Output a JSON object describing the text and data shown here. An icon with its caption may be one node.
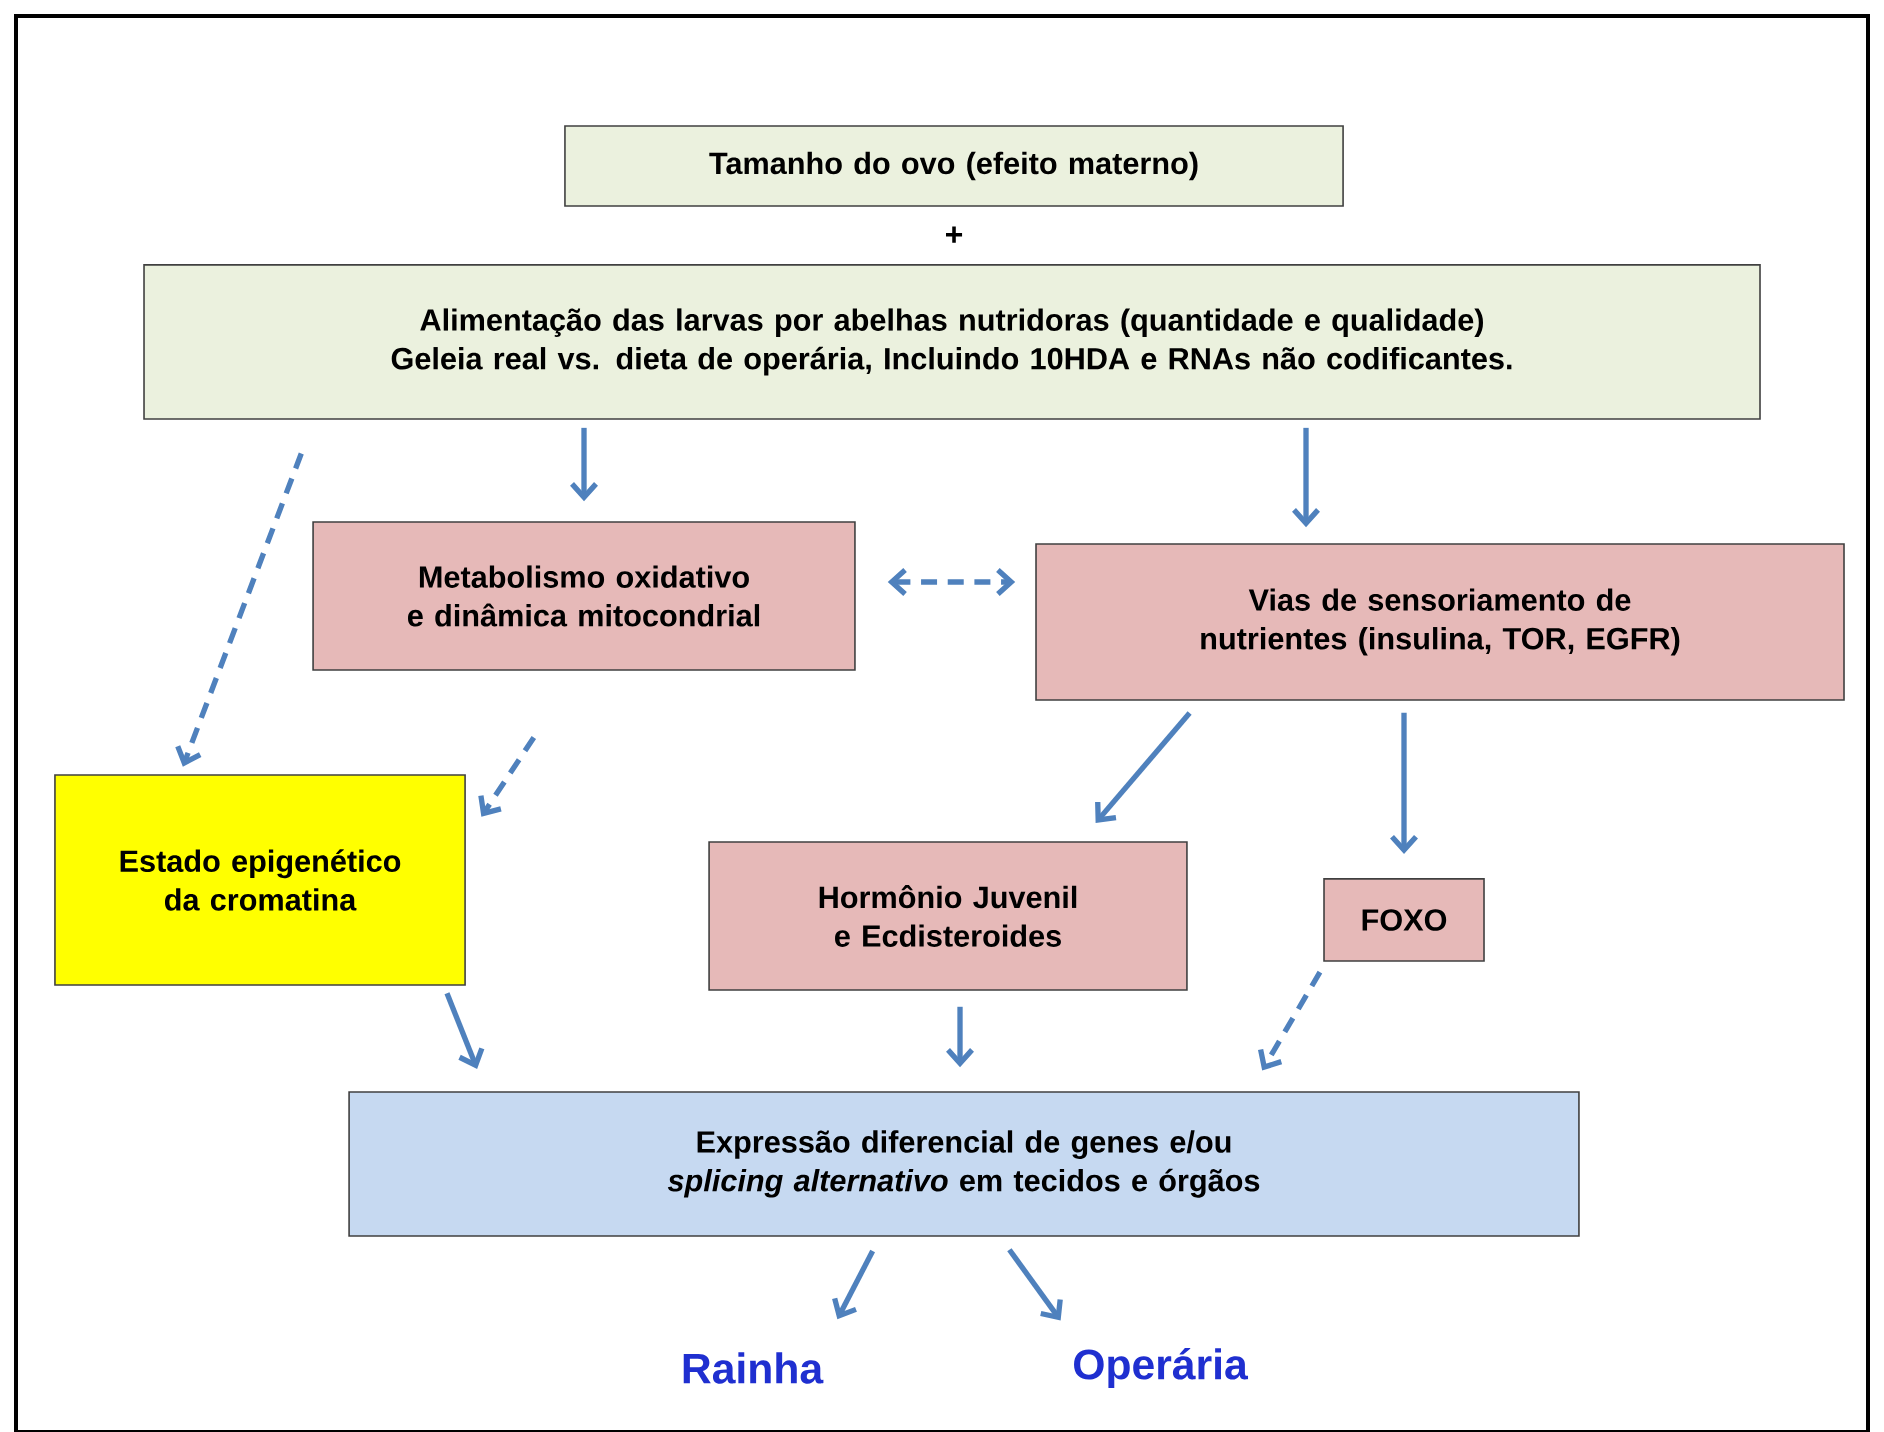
{
  "diagram": {
    "nodes": [
      {
        "text": [
          "Tamanho do ovo (efeito materno)"
        ]
      },
      {
        "text": [
          "Alimentação das larvas por abelhas nutridoras (quantidade e qualidade)",
          "Geleia real vs. dieta de operária, Incluindo 10HDA e RNAs não codificantes."
        ]
      },
      {
        "text": [
          "Metabolismo oxidativo e dinâmica mitocondrial"
        ]
      },
      {
        "text": [
          "Vias de sensoriamento de nutrientes (insulina, TOR, EGFR)"
        ]
      },
      {
        "text": [
          "Estado epigenético da cromatina"
        ]
      },
      {
        "text": [
          "Hormônio Juvenil e Ecdisteroides"
        ]
      },
      {
        "text": [
          "FOXO"
        ]
      },
      {
        "text": [
          "Expressão diferencial de genes e/ou *splicing alternativo* em tecidos e órgãos"
        ]
      },
      {
        "text": [
          "Rainha"
        ]
      },
      {
        "text": [
          "Operária"
        ]
      }
    ],
    "edges": [
      {
        "from": 1,
        "to": 2,
        "arrow": "to"
      },
      {
        "from": 1,
        "to": 3,
        "arrow": "to"
      },
      {
        "from": 1,
        "to": 4,
        "arrow": "to",
        "style": "dashed"
      },
      {
        "from": 2,
        "to": 3,
        "arrow": "both",
        "style": "dashed"
      },
      {
        "from": 2,
        "to": 4,
        "arrow": "to",
        "style": "dashed"
      },
      {
        "from": 3,
        "to": 5,
        "arrow": "to"
      },
      {
        "from": 3,
        "to": 6,
        "arrow": "to"
      },
      {
        "from": 4,
        "to": 7,
        "arrow": "to"
      },
      {
        "from": 5,
        "to": 7,
        "arrow": "to"
      },
      {
        "from": 6,
        "to": 7,
        "arrow": "to",
        "style": "dashed"
      },
      {
        "from": 7,
        "to": 8,
        "arrow": "to"
      },
      {
        "from": 7,
        "to": 9,
        "arrow": "to"
      }
    ],
    "labels": [
      "+"
    ]
  }
}
